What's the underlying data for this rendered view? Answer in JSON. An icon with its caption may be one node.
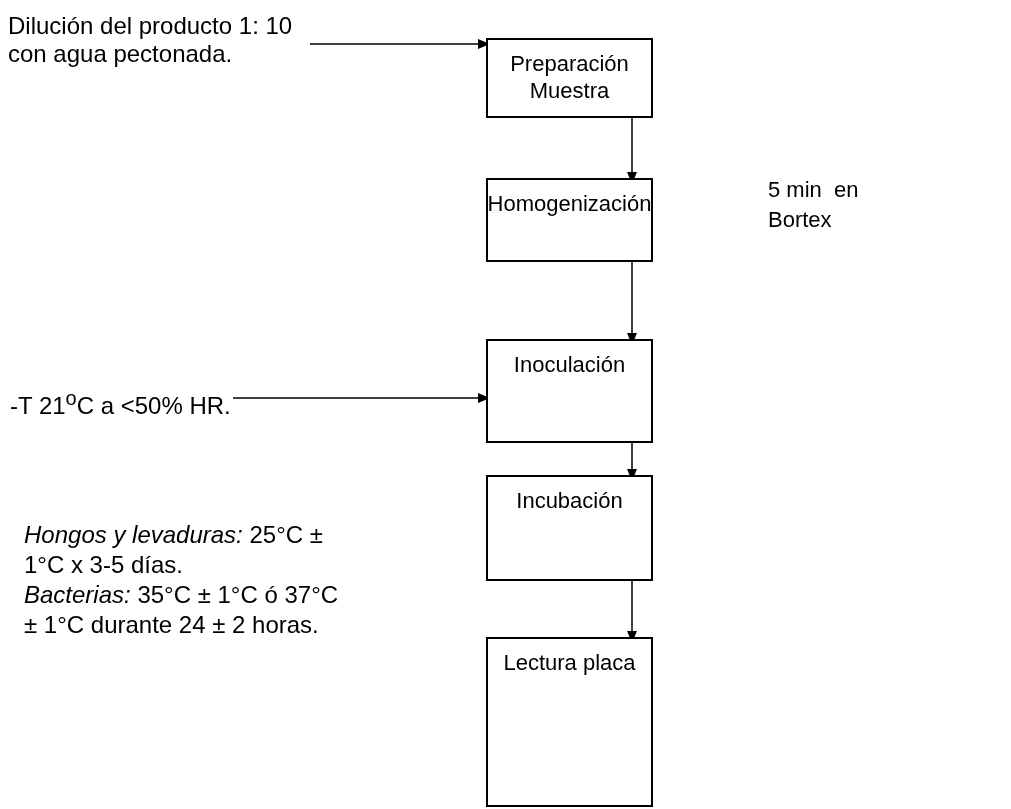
{
  "diagram": {
    "nodes": [
      {
        "text": [
          "Dilución del producto 1: 10 con agua pectonada."
        ]
      },
      {
        "text": [
          "Preparación Muestra"
        ]
      },
      {
        "text": [
          "Homogenización"
        ]
      },
      {
        "text": [
          "-T 21$^{o}$C a <50% HR."
        ]
      },
      {
        "text": [
          "Inoculación"
        ]
      },
      {
        "text": [
          "Incubación"
        ],
        "beside": [
          "*Hongos y levaduras:* 25°C ± 1°C  x 3-5 días.",
          "*Bacterias:* 35°C ± 1°C ó 37°C ± 1°C durante 24 ± 2 horas."
        ]
      },
      {
        "text": [
          "Lectura placa"
        ]
      }
    ],
    "edges": [
      {
        "from": 0,
        "to": 1,
        "arrow": "to"
      },
      {
        "from": 1,
        "to": 2,
        "arrow": "to"
      },
      {
        "from": 2,
        "to": 4,
        "arrow": "to"
      },
      {
        "from": 3,
        "to": 4,
        "arrow": "to"
      },
      {
        "from": 4,
        "to": 5,
        "arrow": "to"
      },
      {
        "from": 5,
        "to": 6,
        "arrow": "to"
      }
    ],
    "labels": [
      "5 min  en Bortex"
    ]
  }
}
